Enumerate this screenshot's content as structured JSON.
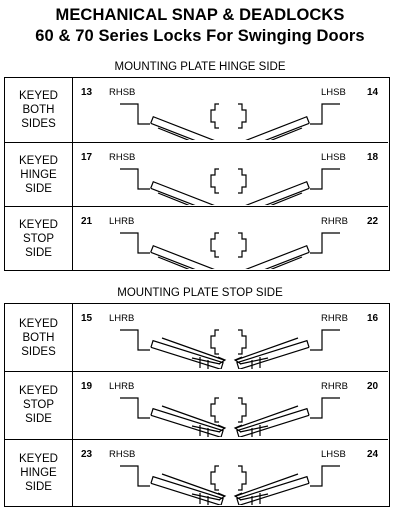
{
  "title": {
    "line1": "MECHANICAL SNAP & DEADLOCKS",
    "line2": "60 & 70 Series Locks For Swinging Doors"
  },
  "sections": [
    {
      "heading": "MOUNTING PLATE HINGE SIDE",
      "rows": [
        {
          "label": [
            "KEYED",
            "BOTH",
            "SIDES"
          ],
          "left_num": "13",
          "left_code": "RHSB",
          "right_code": "LHSB",
          "right_num": "14",
          "direction": "down"
        },
        {
          "label": [
            "KEYED",
            "HINGE",
            "SIDE"
          ],
          "left_num": "17",
          "left_code": "RHSB",
          "right_code": "LHSB",
          "right_num": "18",
          "direction": "down"
        },
        {
          "label": [
            "KEYED",
            "STOP",
            "SIDE"
          ],
          "left_num": "21",
          "left_code": "LHRB",
          "right_code": "RHRB",
          "right_num": "22",
          "direction": "down"
        }
      ]
    },
    {
      "heading": "MOUNTING PLATE STOP SIDE",
      "rows": [
        {
          "label": [
            "KEYED",
            "BOTH",
            "SIDES"
          ],
          "left_num": "15",
          "left_code": "LHRB",
          "right_code": "RHRB",
          "right_num": "16",
          "direction": "up"
        },
        {
          "label": [
            "KEYED",
            "STOP",
            "SIDE"
          ],
          "left_num": "19",
          "left_code": "LHRB",
          "right_code": "RHRB",
          "right_num": "20",
          "direction": "up"
        },
        {
          "label": [
            "KEYED",
            "HINGE",
            "SIDE"
          ],
          "left_num": "23",
          "left_code": "RHSB",
          "right_code": "LHSB",
          "right_num": "24",
          "direction": "up"
        }
      ]
    }
  ]
}
